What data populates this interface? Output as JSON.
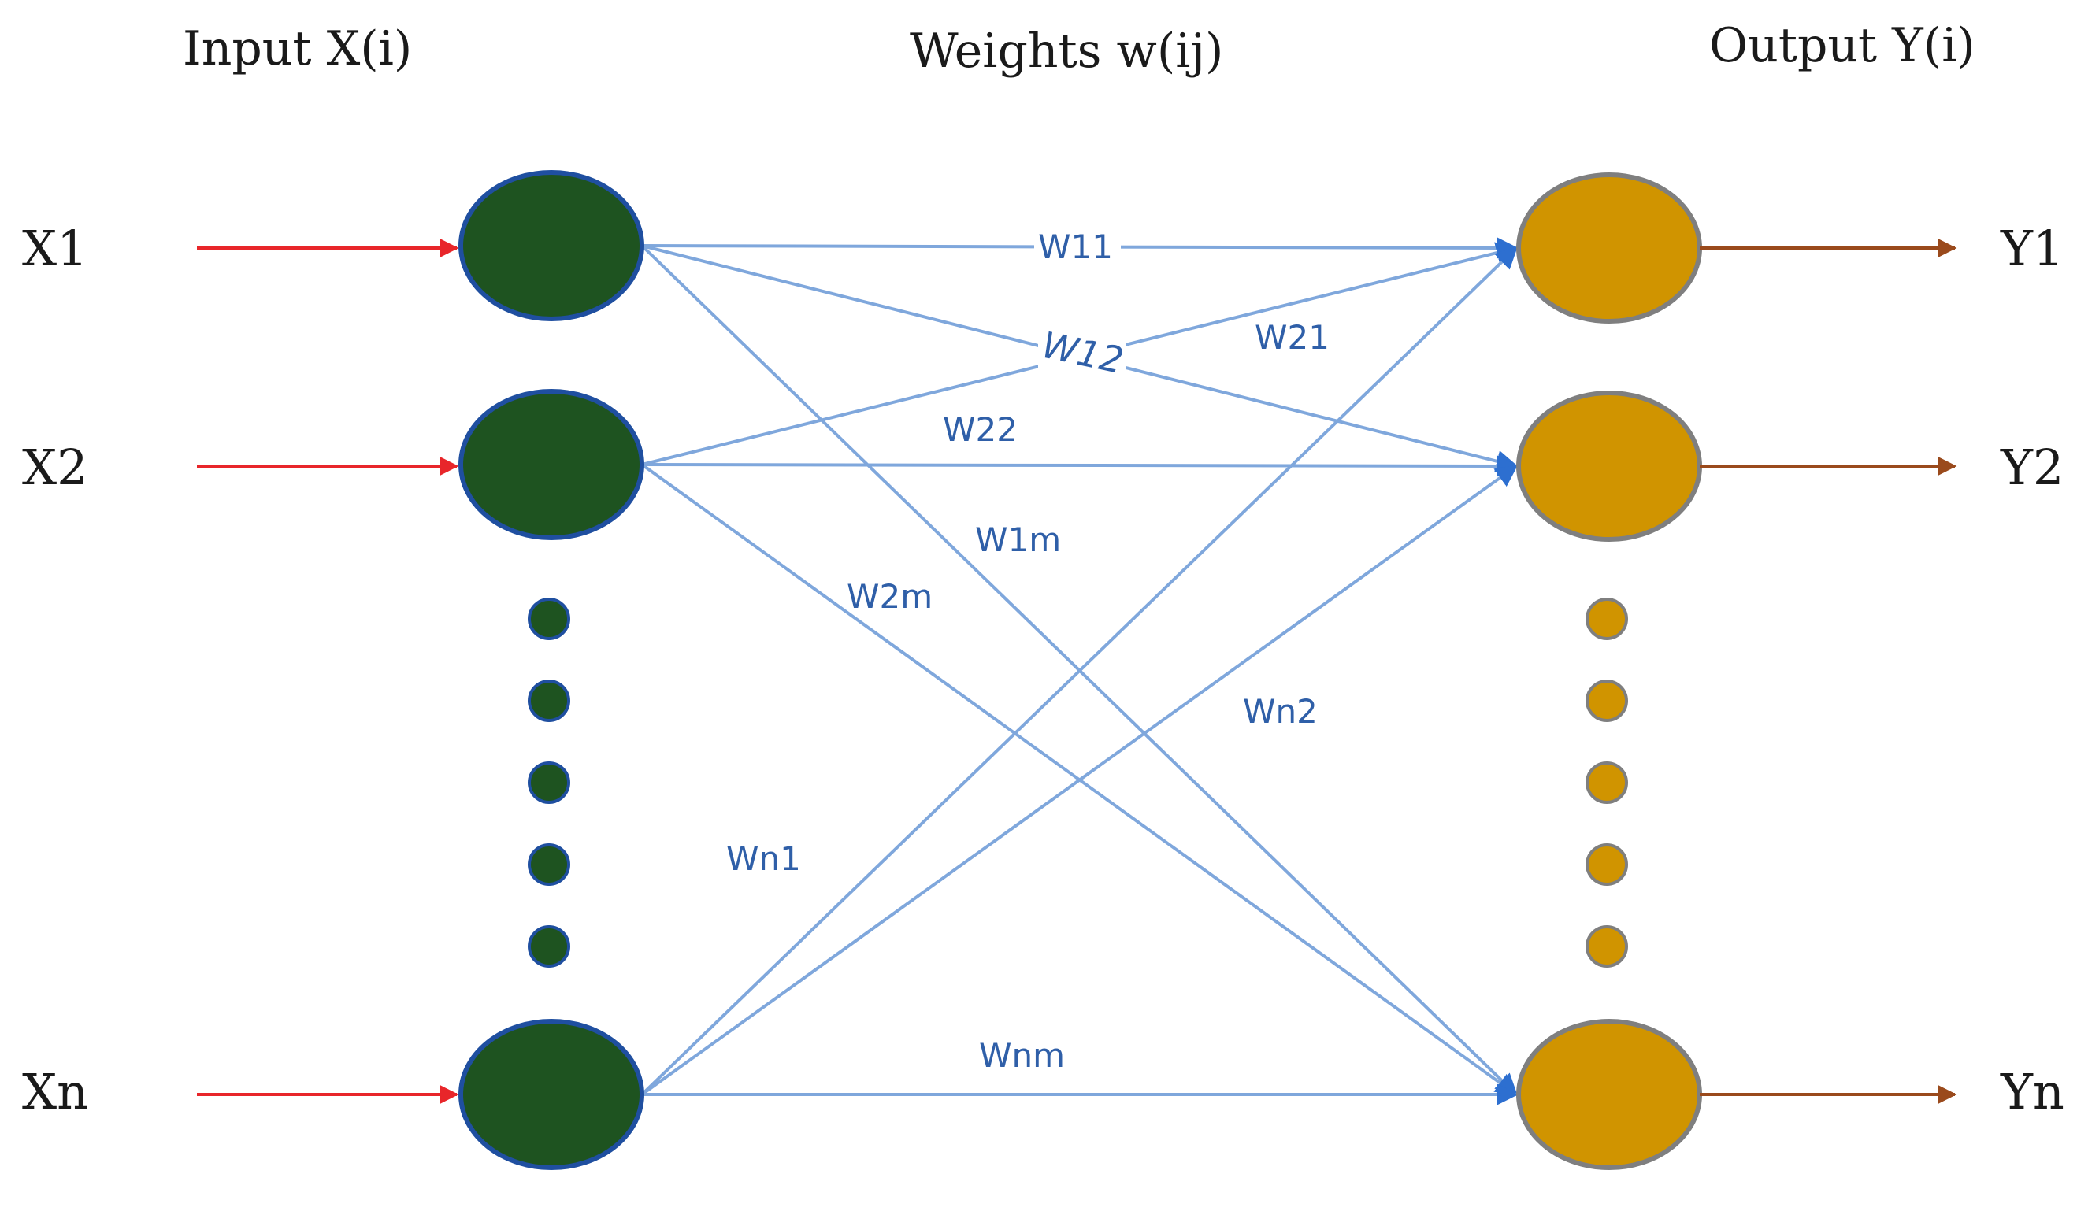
{
  "headers": {
    "input": "Input X(i)",
    "weights": "Weights w(ij)",
    "output": "Output Y(i)"
  },
  "inputs": {
    "x1": "X1",
    "x2": "X2",
    "xn": "Xn"
  },
  "outputs": {
    "y1": "Y1",
    "y2": "Y2",
    "yn": "Yn"
  },
  "weights": {
    "w11": "W11",
    "w12": "W12",
    "w21": "W21",
    "w22": "W22",
    "w1m": "W1m",
    "w2m": "W2m",
    "wn2": "Wn2",
    "wn1": "Wn1",
    "wnm": "Wnm"
  },
  "colors": {
    "input_arrow": "#e8262a",
    "input_node": "#1e5320",
    "input_node_stroke": "#1f4fa0",
    "weight_line": "#7fa7dc",
    "weight_arrowhead": "#2d6fd0",
    "output_node": "#d09400",
    "output_node_stroke": "#7f7f7f",
    "output_arrow": "#9a4a1c"
  }
}
